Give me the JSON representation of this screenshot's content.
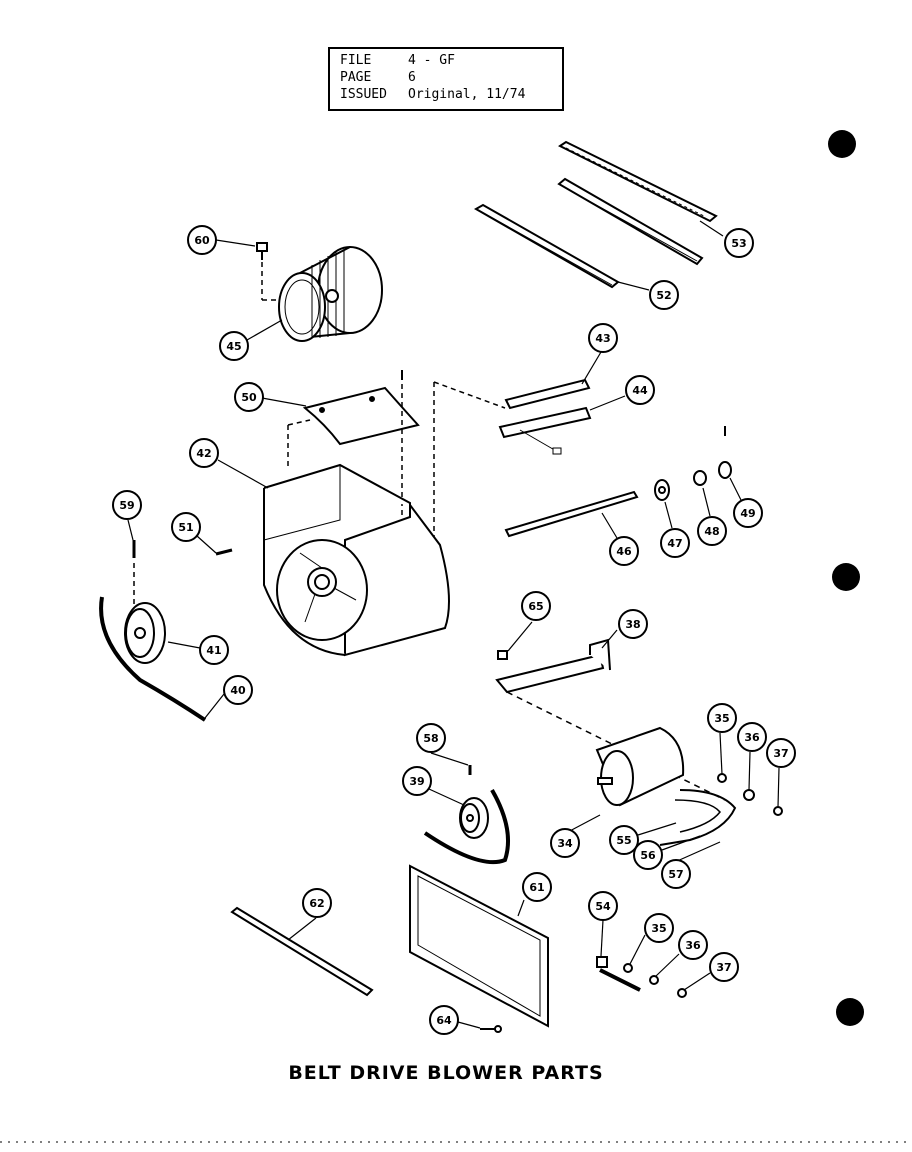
{
  "header": {
    "file_label": "FILE",
    "file_value": "4 - GF",
    "page_label": "PAGE",
    "page_value": "6",
    "issued_label": "ISSUED",
    "issued_value": "Original, 11/74"
  },
  "title": "BELT DRIVE BLOWER PARTS",
  "callouts": [
    {
      "id": "callout-60",
      "label": "60"
    },
    {
      "id": "callout-45",
      "label": "45"
    },
    {
      "id": "callout-53",
      "label": "53"
    },
    {
      "id": "callout-52",
      "label": "52"
    },
    {
      "id": "callout-43",
      "label": "43"
    },
    {
      "id": "callout-44",
      "label": "44"
    },
    {
      "id": "callout-50",
      "label": "50"
    },
    {
      "id": "callout-42",
      "label": "42"
    },
    {
      "id": "callout-59",
      "label": "59"
    },
    {
      "id": "callout-51",
      "label": "51"
    },
    {
      "id": "callout-49",
      "label": "49"
    },
    {
      "id": "callout-48",
      "label": "48"
    },
    {
      "id": "callout-47",
      "label": "47"
    },
    {
      "id": "callout-46",
      "label": "46"
    },
    {
      "id": "callout-41",
      "label": "41"
    },
    {
      "id": "callout-40",
      "label": "40"
    },
    {
      "id": "callout-65",
      "label": "65"
    },
    {
      "id": "callout-38",
      "label": "38"
    },
    {
      "id": "callout-35a",
      "label": "35"
    },
    {
      "id": "callout-36a",
      "label": "36"
    },
    {
      "id": "callout-37a",
      "label": "37"
    },
    {
      "id": "callout-58",
      "label": "58"
    },
    {
      "id": "callout-39",
      "label": "39"
    },
    {
      "id": "callout-34",
      "label": "34"
    },
    {
      "id": "callout-55",
      "label": "55"
    },
    {
      "id": "callout-56",
      "label": "56"
    },
    {
      "id": "callout-57",
      "label": "57"
    },
    {
      "id": "callout-62",
      "label": "62"
    },
    {
      "id": "callout-61",
      "label": "61"
    },
    {
      "id": "callout-54",
      "label": "54"
    },
    {
      "id": "callout-35b",
      "label": "35"
    },
    {
      "id": "callout-36b",
      "label": "36"
    },
    {
      "id": "callout-37b",
      "label": "37"
    },
    {
      "id": "callout-64",
      "label": "64"
    }
  ]
}
